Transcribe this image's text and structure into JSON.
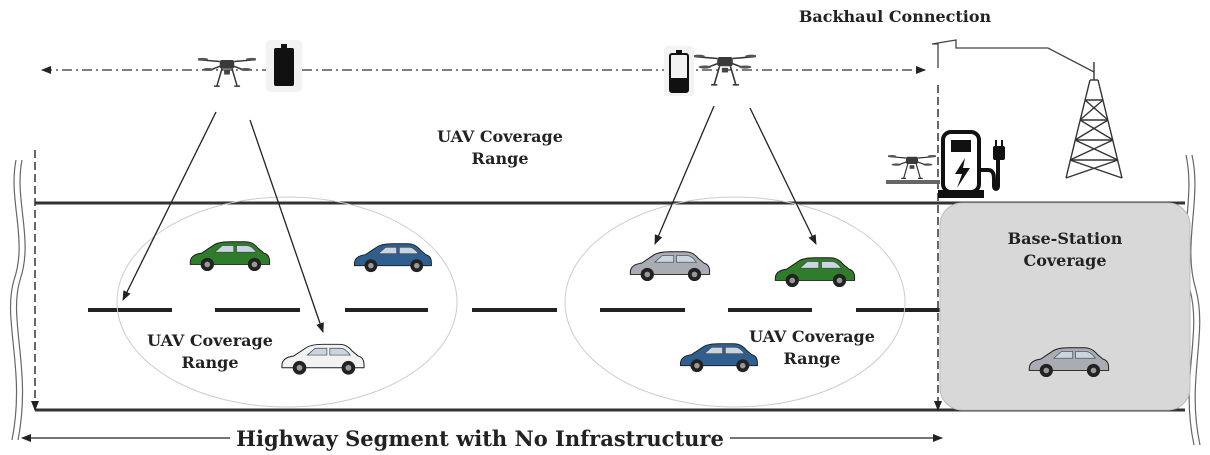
{
  "labels": {
    "backhaul": "Backhaul Connection",
    "uav_range_top": [
      "UAV Coverage",
      "Range"
    ],
    "uav_range_left": [
      "UAV Coverage",
      "Range"
    ],
    "uav_range_right": [
      "UAV Coverage",
      "Range"
    ],
    "base_station": [
      "Base-Station",
      "Coverage"
    ],
    "highway": "Highway Segment with No Infrastructure"
  },
  "colors": {
    "road_line": "#333333",
    "base_station_fill": "#d8d8d8",
    "car_green": "#2f7d2a",
    "car_blue": "#2f5f8f",
    "car_silver": "#a9adb3",
    "car_white": "#f2f2f2",
    "drone": "#3a3a3a"
  },
  "icons": [
    "drone-icon",
    "battery-full-icon",
    "battery-low-icon",
    "charging-station-icon",
    "cell-tower-icon",
    "car-icon"
  ]
}
